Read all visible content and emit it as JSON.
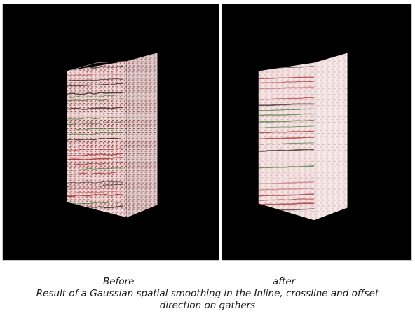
{
  "captions": {
    "before": "Before",
    "after": "after",
    "main_line1": "Result of a Gaussian spatial smoothing in the Inline, crossline and offset",
    "main_line2": "direction on gathers"
  },
  "colors": {
    "background": "#000000",
    "seismic_light": "#f2dede",
    "seismic_mid": "#c87d7d",
    "seismic_dark": "#3a2a2a",
    "seismic_red": "#a83030",
    "seismic_green": "#4a7a3a"
  },
  "panels": [
    {
      "name": "before",
      "smoothing": false
    },
    {
      "name": "after",
      "smoothing": true
    }
  ]
}
